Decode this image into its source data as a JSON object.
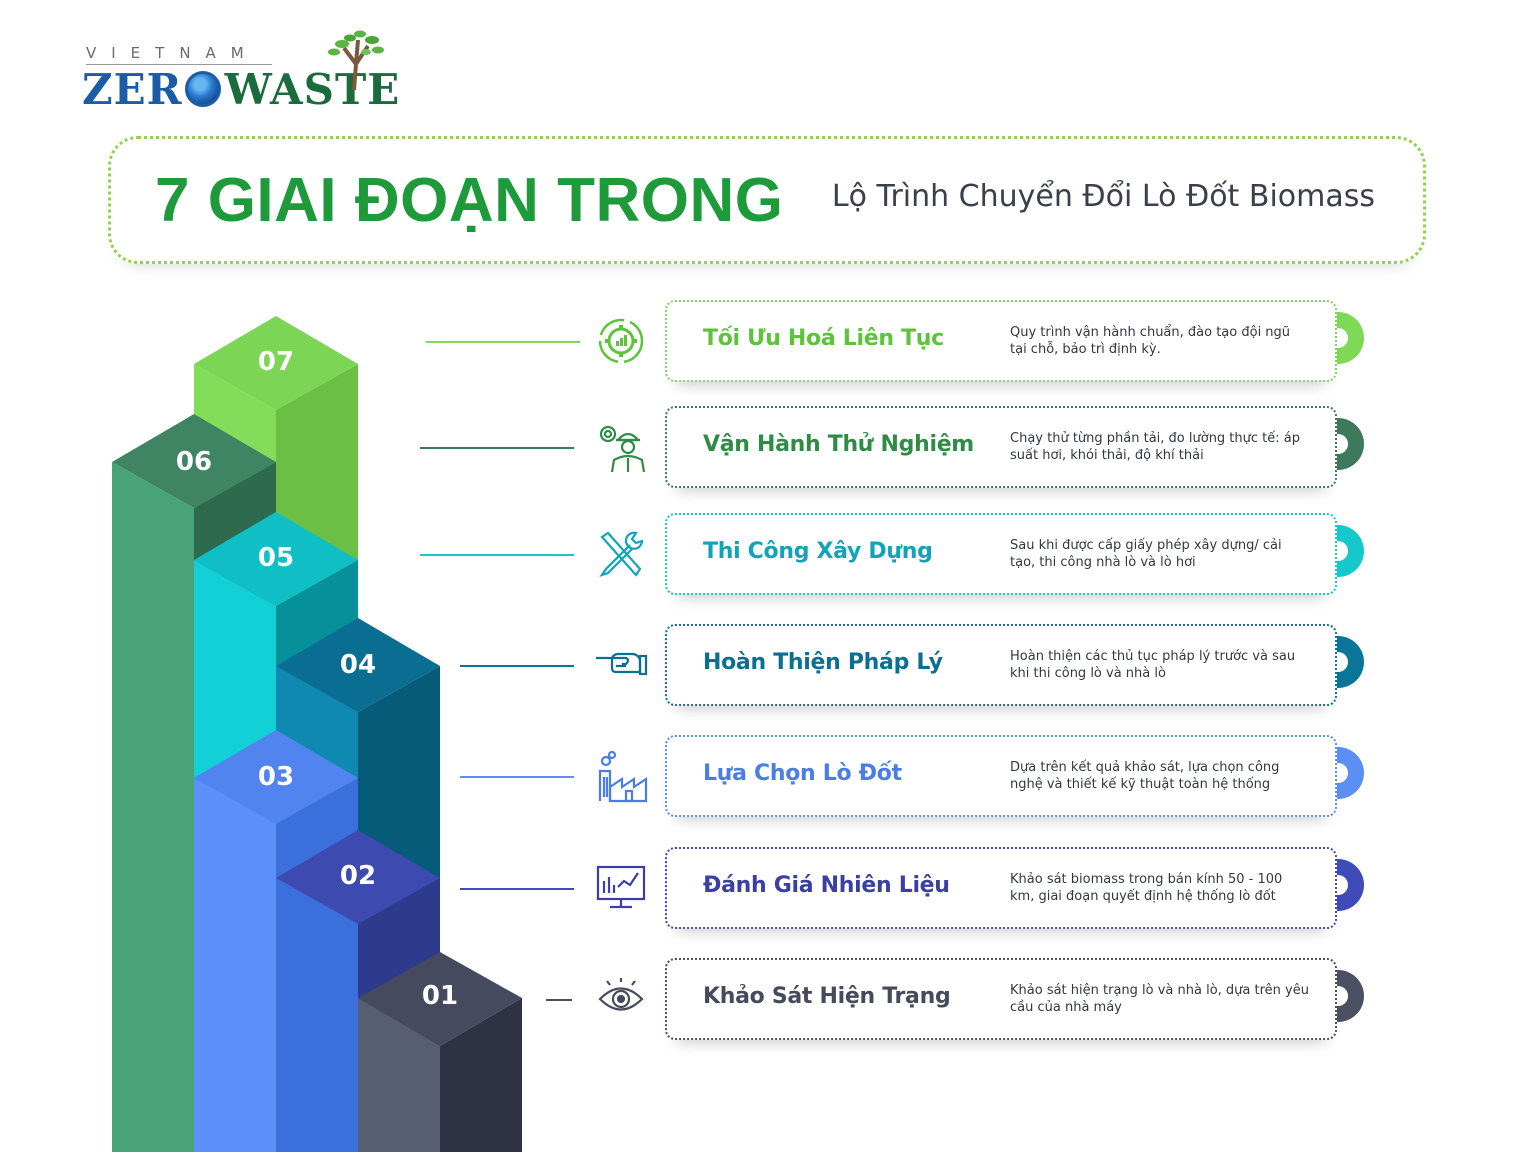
{
  "logo": {
    "country": "VIETNAM",
    "word_part1": "ZER",
    "word_part2": "WASTE",
    "icon": "globe-icon"
  },
  "header": {
    "title": "7 GIAI ĐOẠN TRONG",
    "subtitle": "Lộ Trình Chuyển Đổi Lò Đốt Biomass"
  },
  "colors": {
    "title_green": "#1e9a3b",
    "header_border": "#8fd44a"
  },
  "stages": [
    {
      "number": "07",
      "title": "Tối Ưu Hoá Liên Tục",
      "desc": "Quy trình vận hành chuẩn, đào tạo đội ngũ tại chỗ,  bảo trì định kỳ.",
      "color": "#7ed957",
      "title_color": "#5cc43a",
      "icon": "gear-cycle-icon"
    },
    {
      "number": "06",
      "title": "Vận Hành Thử Nghiệm",
      "desc": "Chạy thử từng phần tải, đo lường thực tế: áp suất hơi, khói thải, độ khí thải",
      "color": "#3d7a5c",
      "title_color": "#2e8c45",
      "icon": "engineer-gear-icon"
    },
    {
      "number": "05",
      "title": "Thi Công Xây Dựng",
      "desc": "Sau khi được cấp giấy phép xây dựng/ cải tạo, thi công nhà lò và lò hơi",
      "color": "#14c8cc",
      "title_color": "#12a3b8",
      "icon": "tools-icon"
    },
    {
      "number": "04",
      "title": "Hoàn Thiện Pháp Lý",
      "desc": "Hoàn thiện các thủ tục pháp lý trước và sau khi thi công lò và nhà lò",
      "color": "#0b7599",
      "title_color": "#0b6f94",
      "icon": "pointing-hand-icon"
    },
    {
      "number": "03",
      "title": "Lựa Chọn Lò Đốt",
      "desc": "Dựa trên kết quả khảo sát, lựa chọn công nghệ và thiết kế kỹ thuật toàn hệ thống",
      "color": "#5b8ff4",
      "title_color": "#4a7ee6",
      "icon": "factory-icon"
    },
    {
      "number": "02",
      "title": "Đánh Giá Nhiên Liệu",
      "desc": "Khảo sát biomass trong bán kính 50 - 100 km, giai đoạn quyết định hệ thống lò đốt",
      "color": "#3e4bb8",
      "title_color": "#3a3fa6",
      "icon": "monitor-chart-icon"
    },
    {
      "number": "01",
      "title": "Khảo Sát Hiện Trạng",
      "desc": "Khảo sát hiện trạng lò và nhà lò, dựa trên yêu cầu của nhà máy",
      "color": "#4a4f62",
      "title_color": "#454a5c",
      "icon": "eye-icon"
    }
  ]
}
